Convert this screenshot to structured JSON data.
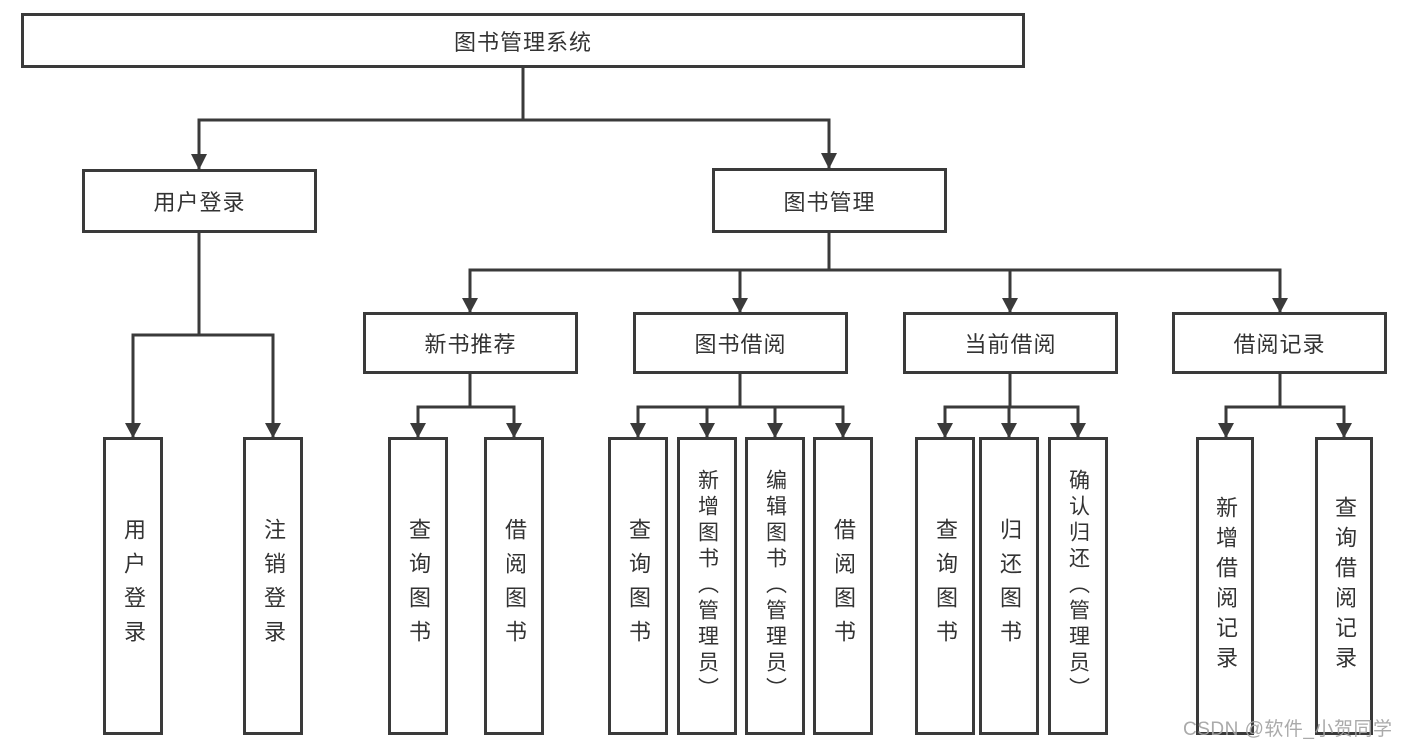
{
  "diagram": {
    "type": "hierarchy-tree",
    "nodes": {
      "root": "图书管理系统",
      "l2": [
        {
          "label": "用户登录"
        },
        {
          "label": "图书管理"
        }
      ],
      "l3": [
        {
          "label": "新书推荐"
        },
        {
          "label": "图书借阅"
        },
        {
          "label": "当前借阅"
        },
        {
          "label": "借阅记录"
        }
      ],
      "leaves": [
        {
          "label": "用户登录",
          "parent": "用户登录"
        },
        {
          "label": "注销登录",
          "parent": "用户登录"
        },
        {
          "label": "查询图书",
          "parent": "新书推荐"
        },
        {
          "label": "借阅图书",
          "parent": "新书推荐"
        },
        {
          "label": "查询图书",
          "parent": "图书借阅"
        },
        {
          "label": "新增图书（管理员）",
          "parent": "图书借阅"
        },
        {
          "label": "编辑图书（管理员）",
          "parent": "图书借阅"
        },
        {
          "label": "借阅图书",
          "parent": "图书借阅"
        },
        {
          "label": "查询图书",
          "parent": "当前借阅"
        },
        {
          "label": "归还图书",
          "parent": "当前借阅"
        },
        {
          "label": "确认归还（管理员）",
          "parent": "当前借阅"
        },
        {
          "label": "新增借阅记录",
          "parent": "借阅记录"
        },
        {
          "label": "查询借阅记录",
          "parent": "借阅记录"
        }
      ]
    },
    "colors": {
      "line": "#3a3a3a",
      "text": "#333333",
      "background": "#ffffff",
      "watermark": "#a3a3a3"
    }
  },
  "watermark": "CSDN @软件_小贺同学"
}
